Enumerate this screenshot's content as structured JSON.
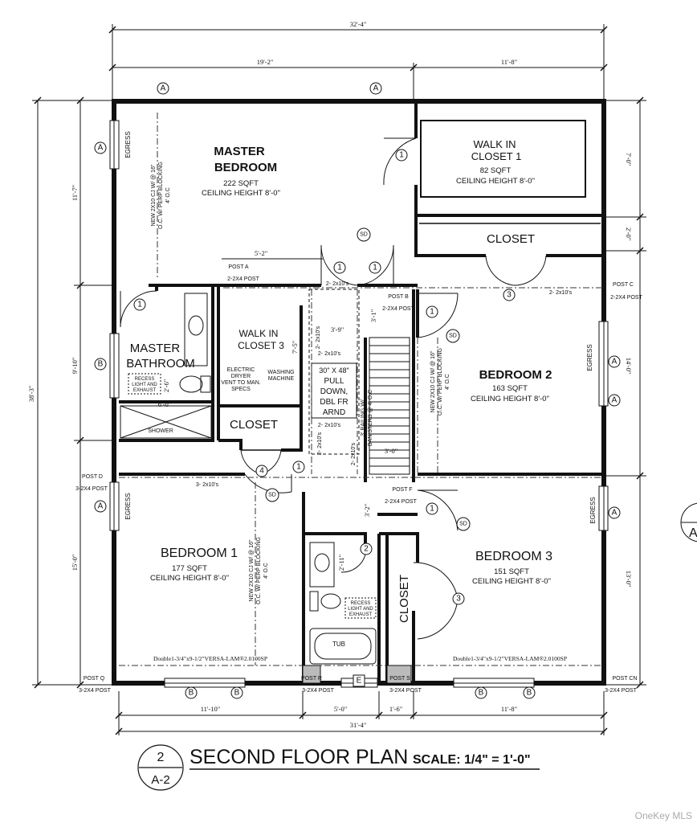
{
  "dimensions": {
    "overall_top": "32'-4\"",
    "top_left": "19'-2\"",
    "top_right": "11'-8\"",
    "left_overall": "38'-3\"",
    "left_upper": "11'-7\"",
    "left_middle": "9'-10\"",
    "left_lower": "15'-0\"",
    "right_1": "7'-0\"",
    "right_2": "2'-0\"",
    "right_3": "14'-0\"",
    "right_4": "13'-0\"",
    "bottom_1": "11'-10\"",
    "bottom_2": "5'-0\"",
    "bottom_3": "1'-6\"",
    "bottom_4": "11'-8\"",
    "bottom_overall": "31'-4\"",
    "hall_1": "5'-2\"",
    "hall_2": "3'-9\"",
    "hall_3": "3'-1\"",
    "hall_4": "7'-5\"",
    "hall_5": "3'-2\"",
    "hall_6": "2'-11\"",
    "stair_w": "3'-0\"",
    "bath_1": "2'-6\"",
    "bath_2": "6'-0\""
  },
  "rooms": {
    "master_bedroom": {
      "line1": "MASTER",
      "line2": "BEDROOM",
      "area": "222 SQFT",
      "ceiling": "CEILING HEIGHT 8'-0\""
    },
    "walk_in_closet_1": {
      "line1": "WALK IN",
      "line2": "CLOSET 1",
      "area": "82 SQFT",
      "ceiling": "CEILING HEIGHT 8'-0\""
    },
    "closet_upper_right": "CLOSET",
    "bedroom_2": {
      "name": "BEDROOM 2",
      "area": "163 SQFT",
      "ceiling": "CEILING HEIGHT 8'-0\""
    },
    "walk_in_closet_3": {
      "line1": "WALK IN",
      "line2": "CLOSET 3"
    },
    "master_bathroom": {
      "line1": "MASTER",
      "line2": "BATHROOM"
    },
    "closet_mid": "CLOSET",
    "bedroom_1": {
      "name": "BEDROOM 1",
      "area": "177 SQFT",
      "ceiling": "CEILING HEIGHT 8'-0\""
    },
    "bedroom_3": {
      "name": "BEDROOM 3",
      "area": "151 SQFT",
      "ceiling": "CEILING HEIGHT 8'-0\""
    },
    "closet_vertical": "CLOSET"
  },
  "notes": {
    "joist_1": "NEW 2X10 CJ W/ @ 16\"",
    "joist_1b": "O.C. W/ PERP BLOCKING",
    "joist_1c": "4' O.C",
    "joist_2": "NEW 2X10 CJ W/ @ 16\"",
    "joist_2b": "O.C. W/ PERP BLOCKING",
    "joist_2c": "4' O.C",
    "joist_3": "NEW 2X10 CJ W/ @ 16\"",
    "joist_3b": "O.C. W/ PERP BLOCKING",
    "joist_3c": "4' O.C",
    "dryer": "ELECTRIC",
    "dryer2": "DRYER",
    "dryer3": "VENT TO MAN.",
    "dryer4": "SPECS",
    "washer": "WASHING",
    "washer2": "MACHINE",
    "pull_down": "30\" X 48\"",
    "pull_down2": "PULL",
    "pull_down3": "DOWN,",
    "pull_down4": "DBL FR",
    "pull_down5": "ARND",
    "railing": "3' RAILING W/",
    "railing2": "BANISTERS @ 4' O.C",
    "shower": "SHOWER",
    "tub": "TUB",
    "exhaust_a": "RECESS",
    "exhaust_b": "LIGHT AND",
    "exhaust_c": "EXHAUST",
    "versa_left": "Double1-3/4\"x9-1/2\"VERSA-LAM®2.0100SP",
    "versa_right": "Double1-3/4\"x9-1/2\"VERSA-LAM®2.0100SP",
    "beam_a": "2- 2x10's",
    "beam_b": "2- 2x10's",
    "beam_c": "2- 2x10's",
    "beam_d": "2- 2x10's",
    "beam_e": "2- 2x10's",
    "beam_f": "3- 2x10's",
    "beam_g": "2- 2x10's",
    "beam_h": "2- 2x10's"
  },
  "posts": {
    "post_a": "POST A",
    "post_a2": "2-2X4 POST",
    "post_b": "POST B",
    "post_b2": "2-2X4 POST",
    "post_c": "POST C",
    "post_c2": "2-2X4 POST",
    "post_d": "POST D",
    "post_d2": "3-2X4 POST",
    "post_f": "POST F",
    "post_f2": "2-2X4 POST",
    "post_q": "POST Q",
    "post_q2": "3-2X4 POST",
    "post_r": "POST R",
    "post_r2": "3-2X4 POST",
    "post_s": "POST S",
    "post_s2": "3-2X4 POST",
    "post_cn": "POST CN",
    "post_cn2": "3-2X4 POST"
  },
  "labels": {
    "egress": "EGRESS",
    "sd": "SD",
    "window_a": "A",
    "window_b": "B",
    "window_e": "E",
    "door_1": "1",
    "door_2": "2",
    "door_3": "3",
    "door_4": "4",
    "edge_tag": "A"
  },
  "title": {
    "number": "2",
    "sheet": "A-2",
    "text": "SECOND FLOOR PLAN",
    "scale": "SCALE: 1/4\" = 1'-0\""
  },
  "watermark": "OneKey MLS"
}
